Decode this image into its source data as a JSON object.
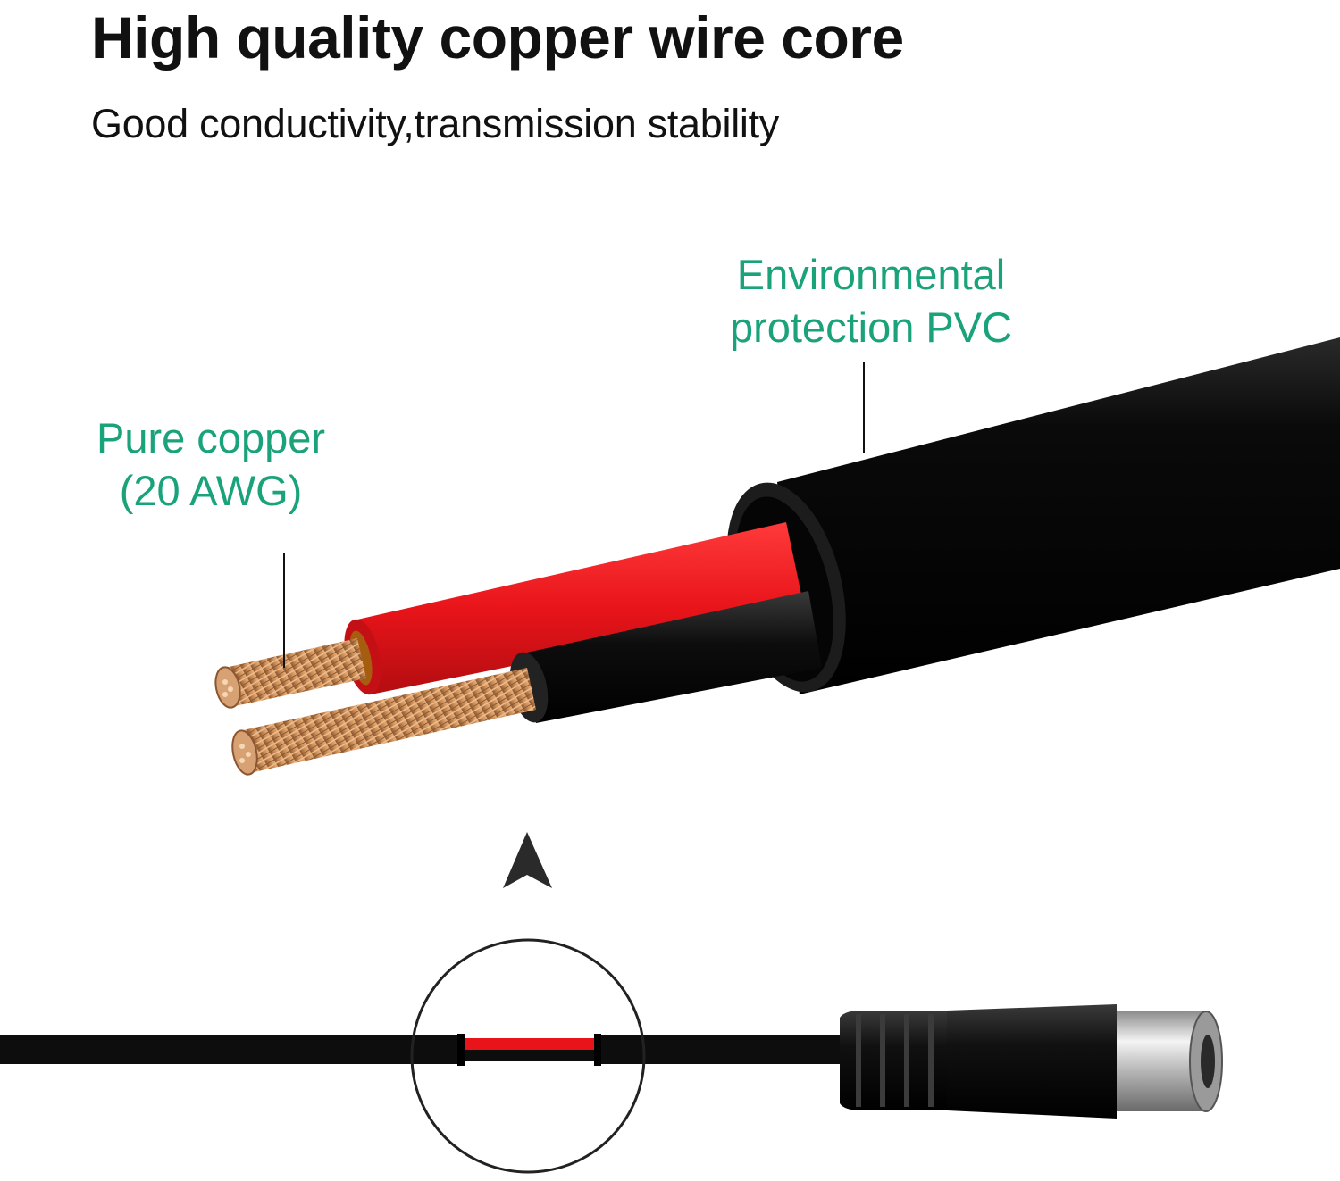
{
  "header": {
    "title": "High quality copper wire core",
    "subtitle": "Good conductivity,transmission stability"
  },
  "callouts": {
    "copper": {
      "line1": "Pure copper",
      "line2": "(20 AWG)"
    },
    "pvc": {
      "line1": "Environmental",
      "line2": "protection PVC"
    }
  },
  "colors": {
    "callout_text": "#1aa37a",
    "red_insulation": "#e8141a",
    "black_insulation": "#0d0d0d",
    "copper": "#c98a55"
  }
}
